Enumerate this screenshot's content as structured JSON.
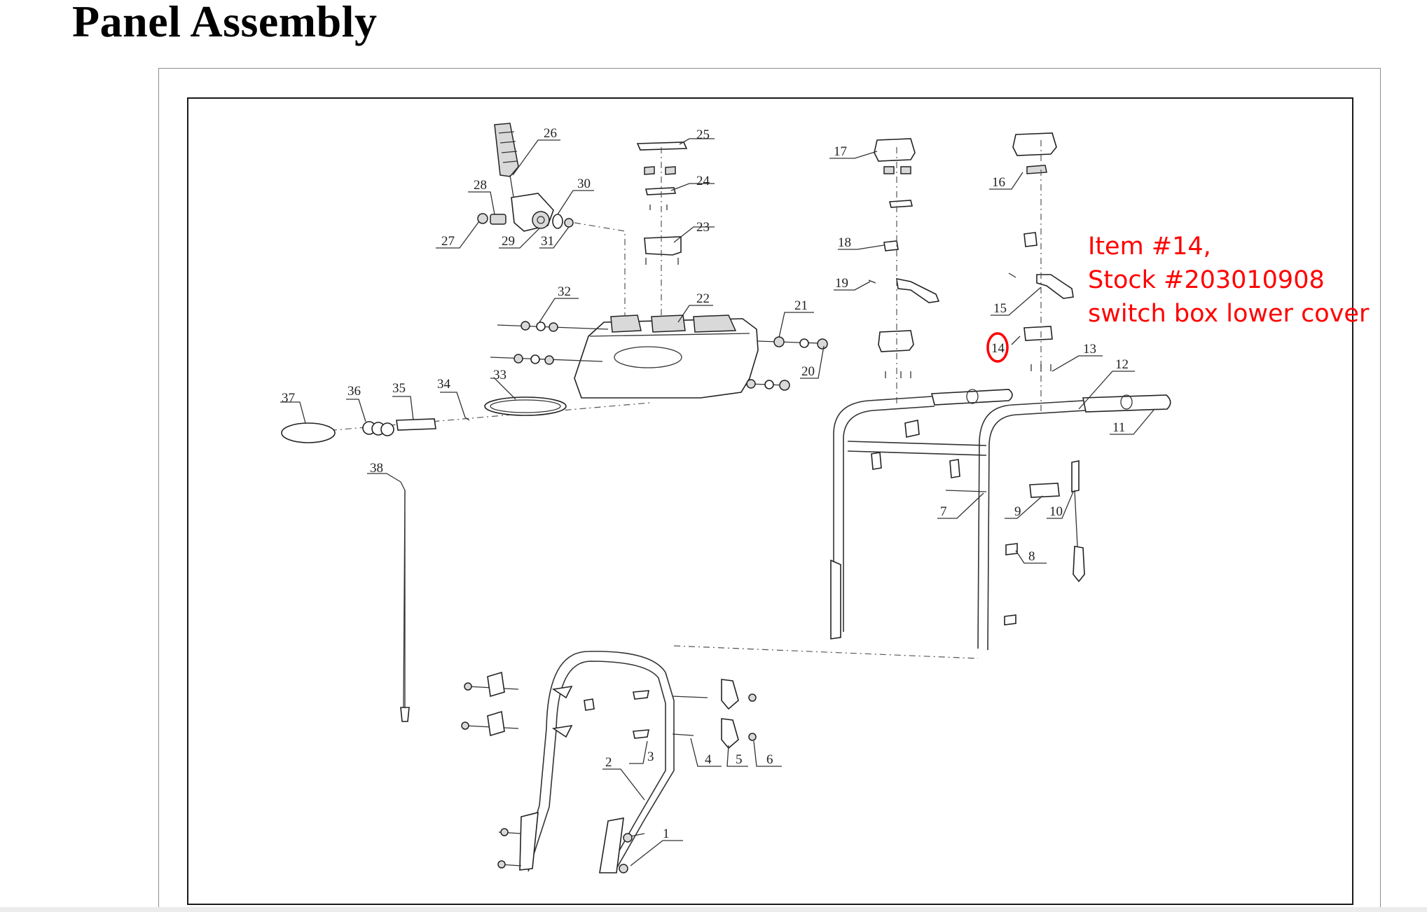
{
  "title": "Panel Assembly",
  "annotation": {
    "lines": [
      "Item #14,",
      "Stock #203010908",
      "switch box lower cover"
    ],
    "highlighted_part": "14",
    "color": "#ff0000"
  },
  "part_labels": [
    "1",
    "2",
    "3",
    "4",
    "5",
    "6",
    "7",
    "8",
    "9",
    "10",
    "11",
    "12",
    "13",
    "14",
    "15",
    "16",
    "17",
    "18",
    "19",
    "20",
    "21",
    "22",
    "23",
    "24",
    "25",
    "26",
    "27",
    "28",
    "29",
    "30",
    "31",
    "32",
    "33",
    "34",
    "35",
    "36",
    "37",
    "38"
  ]
}
